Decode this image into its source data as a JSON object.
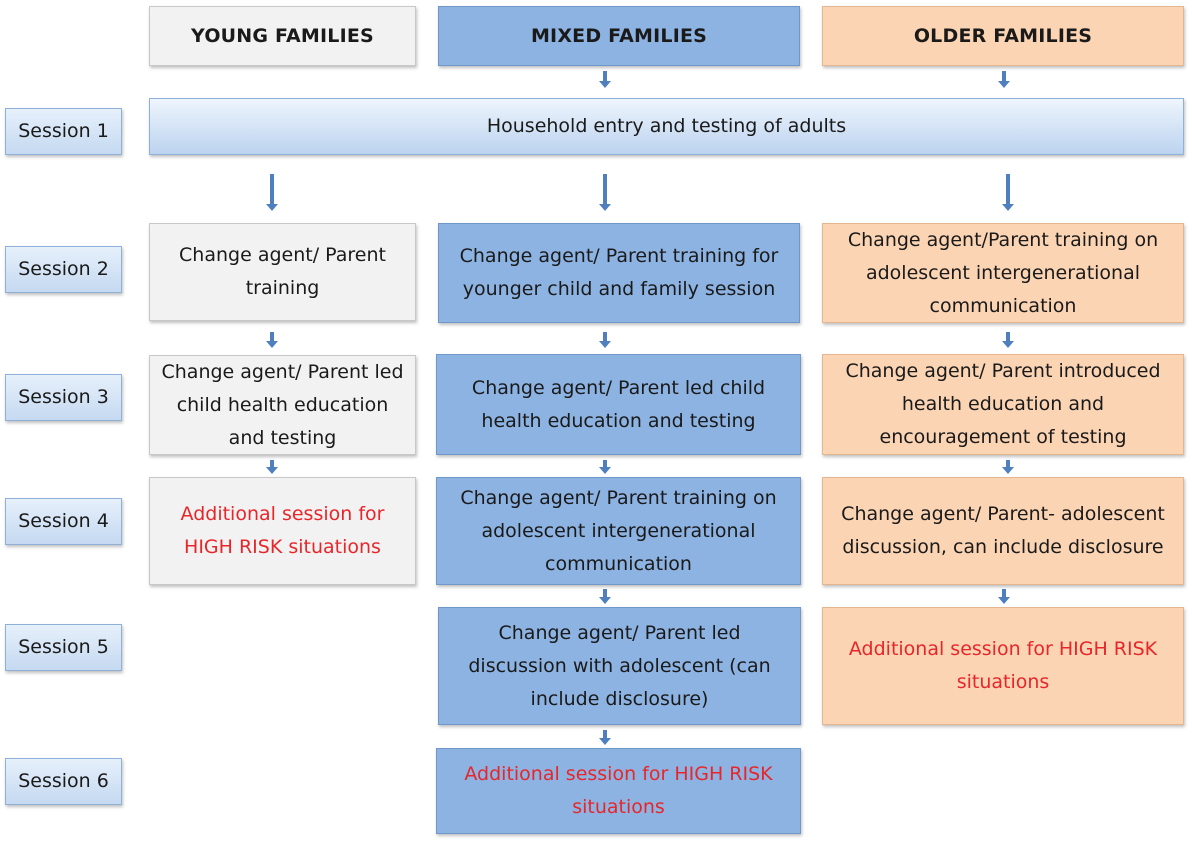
{
  "headers": {
    "young": "YOUNG FAMILIES",
    "mixed": "MIXED FAMILIES",
    "older": "OLDER FAMILIES"
  },
  "sessions": [
    "Session 1",
    "Session 2",
    "Session 3",
    "Session 4",
    "Session 5",
    "Session 6"
  ],
  "banner": "Household entry and testing of adults",
  "young": {
    "s2": "Change agent/ Parent training",
    "s3": "Change agent/ Parent led child health education and testing",
    "s4": "Additional session for HIGH RISK situations"
  },
  "mixed": {
    "s2": "Change agent/ Parent training for younger child and family session",
    "s3": "Change agent/ Parent led child health education and testing",
    "s4": "Change agent/ Parent training on adolescent intergenerational communication",
    "s5": "Change agent/ Parent led discussion with adolescent (can include disclosure)",
    "s6": "Additional session for HIGH RISK situations"
  },
  "older": {
    "s2": "Change agent/Parent training on adolescent intergenerational communication",
    "s3": "Change agent/ Parent introduced health education and encouragement of testing",
    "s4": "Change agent/ Parent- adolescent discussion, can include disclosure",
    "s5": "Additional session for HIGH RISK situations"
  },
  "colors": {
    "young": "#f2f2f2",
    "mixed": "#8db3e2",
    "older": "#fbd4b4",
    "session": "#c5d9f1",
    "arrow": "#4f7fbf",
    "highlight_text": "#e8262a"
  }
}
